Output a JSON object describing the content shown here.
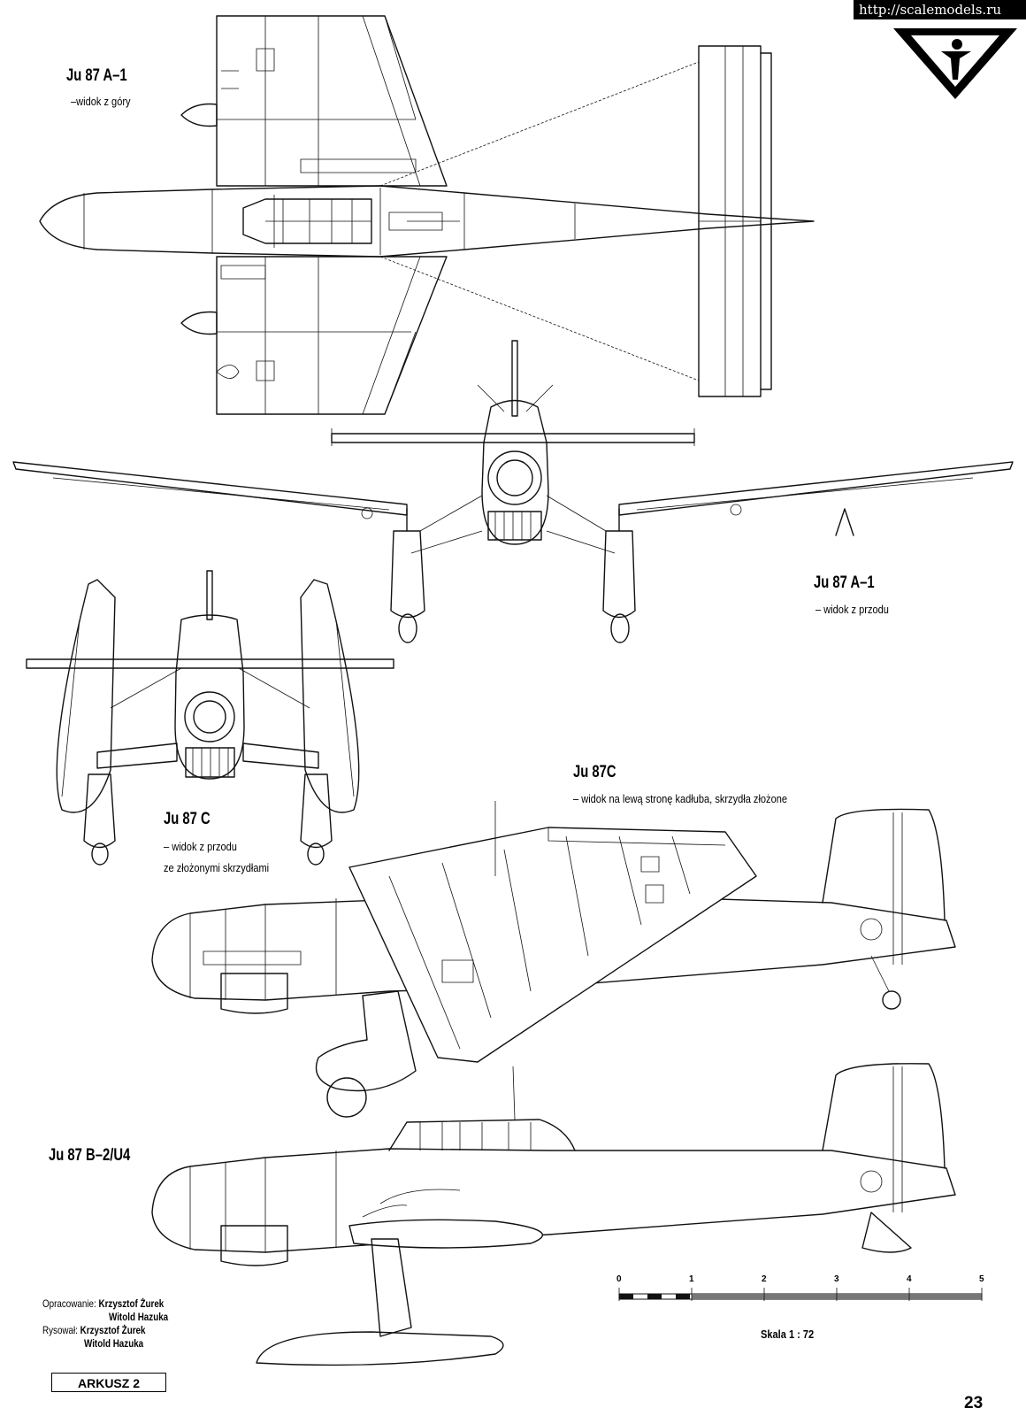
{
  "source_url": "http://scalemodels.ru",
  "views": {
    "top_view": {
      "title": "Ju 87 A–1",
      "subtitle": "–widok z góry"
    },
    "front_view_a1": {
      "title": "Ju 87 A–1",
      "subtitle": "– widok z przodu"
    },
    "front_view_c": {
      "title": "Ju 87 C",
      "subtitle_line1": "– widok z przodu",
      "subtitle_line2": "ze złożonymi skrzydłami"
    },
    "side_view_c": {
      "title": "Ju 87C",
      "subtitle": "– widok na lewą stronę kadłuba, skrzydła złożone"
    },
    "side_view_b2": {
      "title": "Ju 87 B–2/U4"
    }
  },
  "credits": {
    "prepared_label": "Opracowanie:",
    "prepared_by_1": "Krzysztof Żurek",
    "prepared_by_2": "Witold Hazuka",
    "drawn_label": "Rysował:",
    "drawn_by_1": "Krzysztof Żurek",
    "drawn_by_2": "Witold Hazuka"
  },
  "scale_bar": {
    "ticks": [
      "0",
      "1",
      "2",
      "3",
      "4",
      "5"
    ],
    "label": "Skala 1 : 72"
  },
  "sheet_label": "ARKUSZ 2",
  "page_number": "23",
  "logo_icon": "triangle-figure-logo-icon"
}
